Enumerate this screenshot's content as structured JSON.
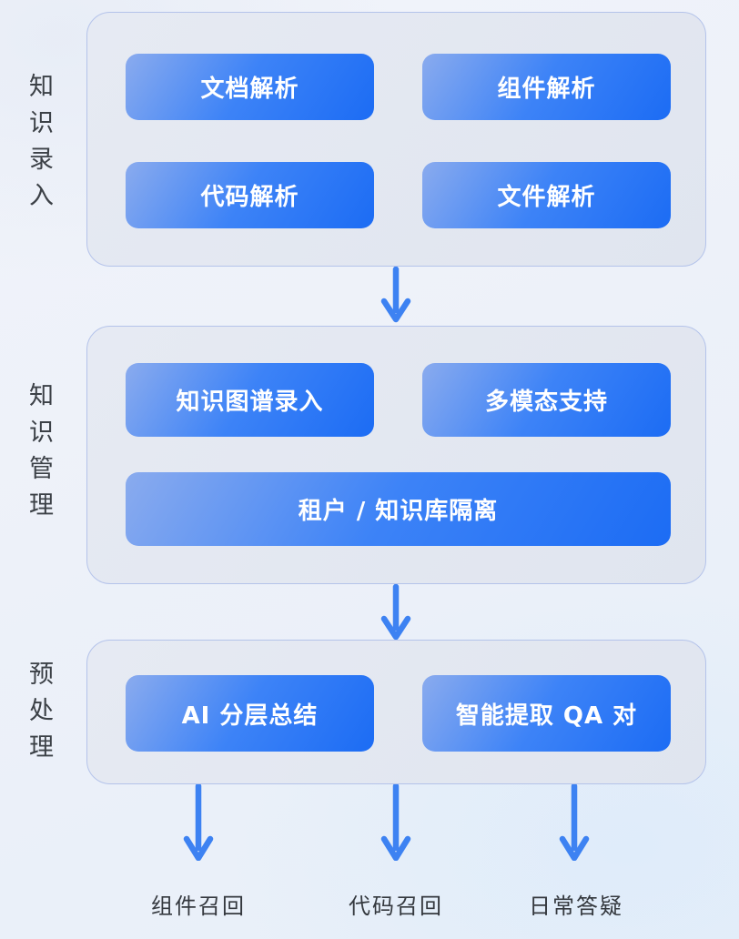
{
  "sections": [
    {
      "label": "知识录入",
      "rows": [
        {
          "cells": [
            {
              "text": "文档解析"
            },
            {
              "text": "组件解析"
            }
          ]
        },
        {
          "cells": [
            {
              "text": "代码解析"
            },
            {
              "text": "文件解析"
            }
          ]
        }
      ]
    },
    {
      "label": "知识管理",
      "rows": [
        {
          "cells": [
            {
              "text": "知识图谱录入"
            },
            {
              "text": "多模态支持"
            }
          ]
        },
        {
          "cells": [
            {
              "text": "租户 / 知识库隔离"
            }
          ]
        }
      ]
    },
    {
      "label": "预处理",
      "rows": [
        {
          "cells": [
            {
              "text": "AI 分层总结"
            },
            {
              "text": "智能提取 QA 对"
            }
          ]
        }
      ]
    }
  ],
  "outputs": [
    {
      "label": "组件召回"
    },
    {
      "label": "代码召回"
    },
    {
      "label": "日常答疑"
    }
  ],
  "colors": {
    "arrow": "#3d82f2",
    "chip_gradient_start": "#8aabee",
    "chip_gradient_mid": "#3d83f7",
    "chip_gradient_end": "#1c6cf4",
    "chip_text": "#ffffff",
    "panel_fill": "#e3e7f1",
    "panel_border": "#b4c3ea",
    "side_label_text": "#3c4147",
    "output_label_text": "#34383e"
  }
}
